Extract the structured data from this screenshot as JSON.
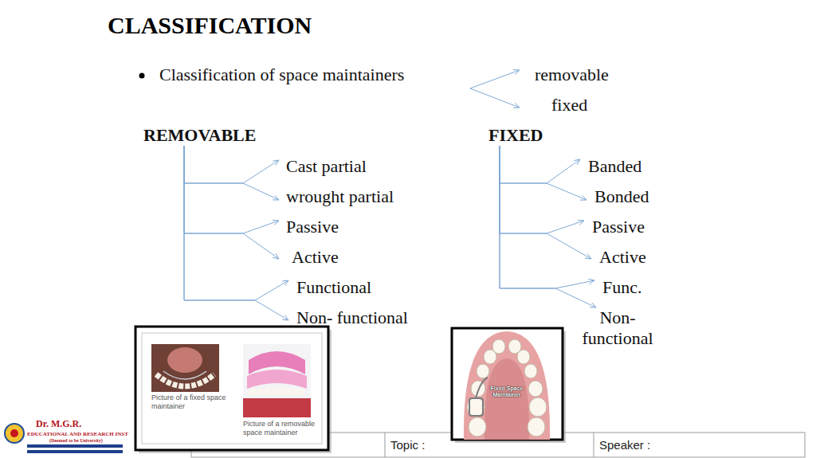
{
  "diagram": {
    "title": "CLASSIFICATION",
    "nodes": [
      {
        "text": [
          "Classification of space maintainers"
        ]
      },
      {
        "text": [
          "removable"
        ]
      },
      {
        "text": [
          "fixed"
        ]
      },
      {
        "text": [
          "REMOVABLE"
        ]
      },
      {
        "text": [
          "Cast partial"
        ]
      },
      {
        "text": [
          "wrought partial"
        ]
      },
      {
        "text": [
          "Passive"
        ]
      },
      {
        "text": [
          "Active"
        ]
      },
      {
        "text": [
          "Functional"
        ]
      },
      {
        "text": [
          "Non- functional"
        ]
      },
      {
        "text": [
          "FIXED"
        ]
      },
      {
        "text": [
          "Banded"
        ]
      },
      {
        "text": [
          "Bonded"
        ]
      },
      {
        "text": [
          "Passive"
        ]
      },
      {
        "text": [
          "Active"
        ]
      },
      {
        "text": [
          "Func."
        ]
      },
      {
        "text": [
          "Non- functional"
        ]
      }
    ],
    "edges": [
      {
        "from": 0,
        "to": 1,
        "arrow": "to"
      },
      {
        "from": 0,
        "to": 2,
        "arrow": "to"
      },
      {
        "from": 3,
        "to": 4,
        "arrow": "to"
      },
      {
        "from": 3,
        "to": 5,
        "arrow": "to"
      },
      {
        "from": 3,
        "to": 6,
        "arrow": "to"
      },
      {
        "from": 3,
        "to": 7,
        "arrow": "to"
      },
      {
        "from": 3,
        "to": 8,
        "arrow": "to"
      },
      {
        "from": 3,
        "to": 9,
        "arrow": "to"
      },
      {
        "from": 10,
        "to": 11,
        "arrow": "to"
      },
      {
        "from": 10,
        "to": 12,
        "arrow": "to"
      },
      {
        "from": 10,
        "to": 13,
        "arrow": "to"
      },
      {
        "from": 10,
        "to": 14,
        "arrow": "to"
      },
      {
        "from": 10,
        "to": 15,
        "arrow": "to"
      },
      {
        "from": 10,
        "to": 16,
        "arrow": "to"
      }
    ],
    "labels": [
      "Picture of a fixed space maintainer",
      "Picture of a removable space maintainer",
      "Fixed Space Maintainer",
      "Dr. M.G.R.",
      "EDUCATIONAL AND RESEARCH INST",
      "(Deemed to be University)",
      "Topic :",
      "Speaker :"
    ]
  }
}
